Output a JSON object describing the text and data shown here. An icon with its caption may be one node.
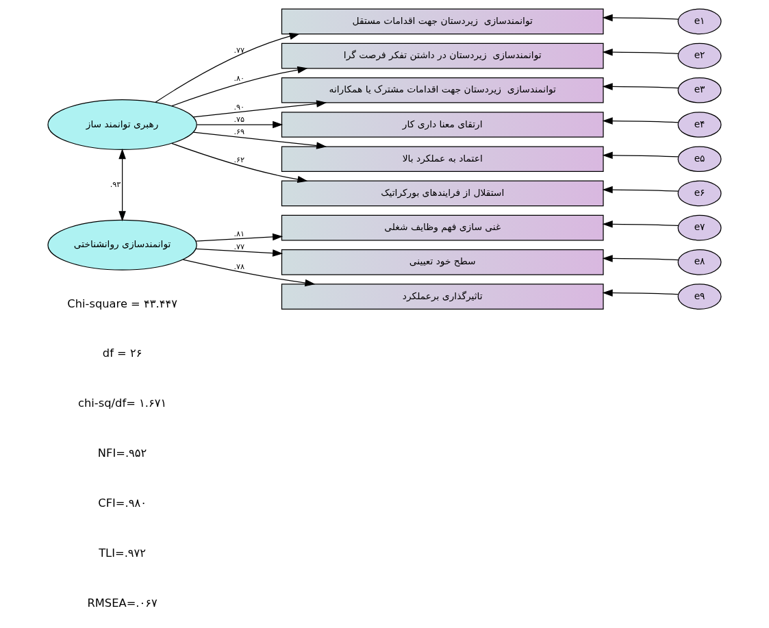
{
  "diagram": {
    "nodes": [
      {
        "text": [
          "رهبری توانمند ساز"
        ]
      },
      {
        "text": [
          "توانمندسازی روانشناختی"
        ]
      },
      {
        "text": [
          "توانمندسازی  زیردستان جهت اقدامات مستقل"
        ]
      },
      {
        "text": [
          "توانمندسازی  زیردستان در داشتن تفکر فرصت گرا"
        ]
      },
      {
        "text": [
          "توانمندسازی  زیردستان جهت اقدامات مشترک یا همکارانه"
        ]
      },
      {
        "text": [
          "ارتقای معنا داری کار"
        ]
      },
      {
        "text": [
          "اعتماد به عملکرد بالا"
        ]
      },
      {
        "text": [
          "استقلال از فرایندهای بورکراتیک"
        ]
      },
      {
        "text": [
          "غنی سازی فهم وظایف شغلی"
        ]
      },
      {
        "text": [
          "سطح خود تعیینی"
        ]
      },
      {
        "text": [
          "تاثیرگذاری برعملکرد"
        ]
      },
      {
        "text": [
          "e۱"
        ]
      },
      {
        "text": [
          "e۲"
        ]
      },
      {
        "text": [
          "e۳"
        ]
      },
      {
        "text": [
          "e۴"
        ]
      },
      {
        "text": [
          "e۵"
        ]
      },
      {
        "text": [
          "e۶"
        ]
      },
      {
        "text": [
          "e۷"
        ]
      },
      {
        "text": [
          "e۸"
        ]
      },
      {
        "text": [
          "e۹"
        ]
      }
    ],
    "edges": [
      {
        "from": 0,
        "to": 1,
        "arrow": "both",
        "label": ".۹۳"
      },
      {
        "from": 0,
        "to": 2,
        "arrow": "to",
        "label": ".۷۷"
      },
      {
        "from": 0,
        "to": 3,
        "arrow": "to",
        "label": ".۸۰"
      },
      {
        "from": 0,
        "to": 4,
        "arrow": "to",
        "label": ".۹۰"
      },
      {
        "from": 0,
        "to": 5,
        "arrow": "to",
        "label": ".۷۵"
      },
      {
        "from": 0,
        "to": 6,
        "arrow": "to",
        "label": ".۶۹"
      },
      {
        "from": 0,
        "to": 7,
        "arrow": "to",
        "label": ".۶۲"
      },
      {
        "from": 1,
        "to": 8,
        "arrow": "to",
        "label": ".۸۱"
      },
      {
        "from": 1,
        "to": 9,
        "arrow": "to",
        "label": ".۷۷"
      },
      {
        "from": 1,
        "to": 10,
        "arrow": "to",
        "label": ".۷۸"
      },
      {
        "from": 11,
        "to": 2,
        "arrow": "to"
      },
      {
        "from": 12,
        "to": 3,
        "arrow": "to"
      },
      {
        "from": 13,
        "to": 4,
        "arrow": "to"
      },
      {
        "from": 14,
        "to": 5,
        "arrow": "to"
      },
      {
        "from": 15,
        "to": 6,
        "arrow": "to"
      },
      {
        "from": 16,
        "to": 7,
        "arrow": "to"
      },
      {
        "from": 17,
        "to": 8,
        "arrow": "to"
      },
      {
        "from": 18,
        "to": 9,
        "arrow": "to"
      },
      {
        "from": 19,
        "to": 10,
        "arrow": "to"
      }
    ],
    "labels": [
      "Chi-square = ۴۳.۴۴۷",
      "df = ۲۶",
      "chi-sq/df= ۱.۶۷۱",
      "NFI=.۹۵۲",
      "CFI=.۹۸۰",
      "TLI=.۹۷۲",
      "RMSEA=.۰۶۷"
    ]
  }
}
